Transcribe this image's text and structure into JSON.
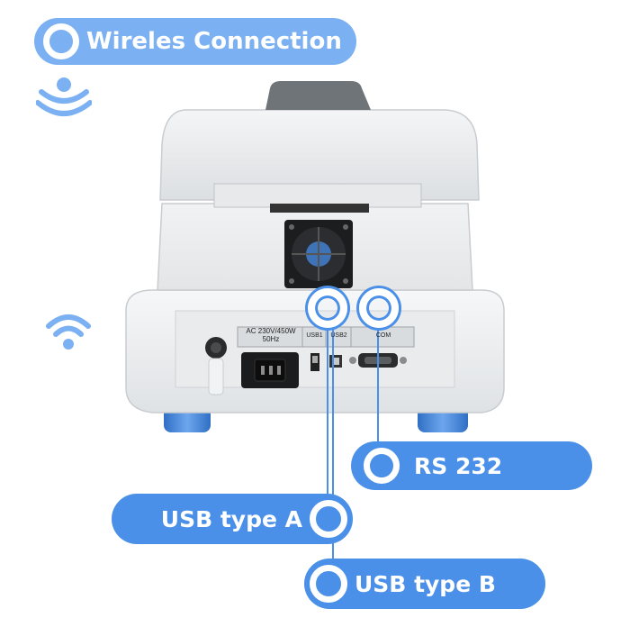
{
  "labels": {
    "wireless": "Wireles Connection",
    "rs232": "RS 232",
    "usb_a": "USB type A",
    "usb_b": "USB type B"
  },
  "device_panel": {
    "power_text_line1": "AC 230V/450W",
    "power_text_line2": "50Hz",
    "usb1": "USB1",
    "usb2": "USB2",
    "com": "COM"
  },
  "colors": {
    "pill_light": "#7bb0f2",
    "pill_mid": "#4a8fe8",
    "pill_dark": "#3f7fd9",
    "leader_line": "#4a8fe8",
    "feet": "#4a8fd8"
  },
  "icons": {
    "wireless_top": "wifi-signal-icon",
    "wireless_left": "wifi-icon",
    "ring_marker": "ring-icon"
  }
}
